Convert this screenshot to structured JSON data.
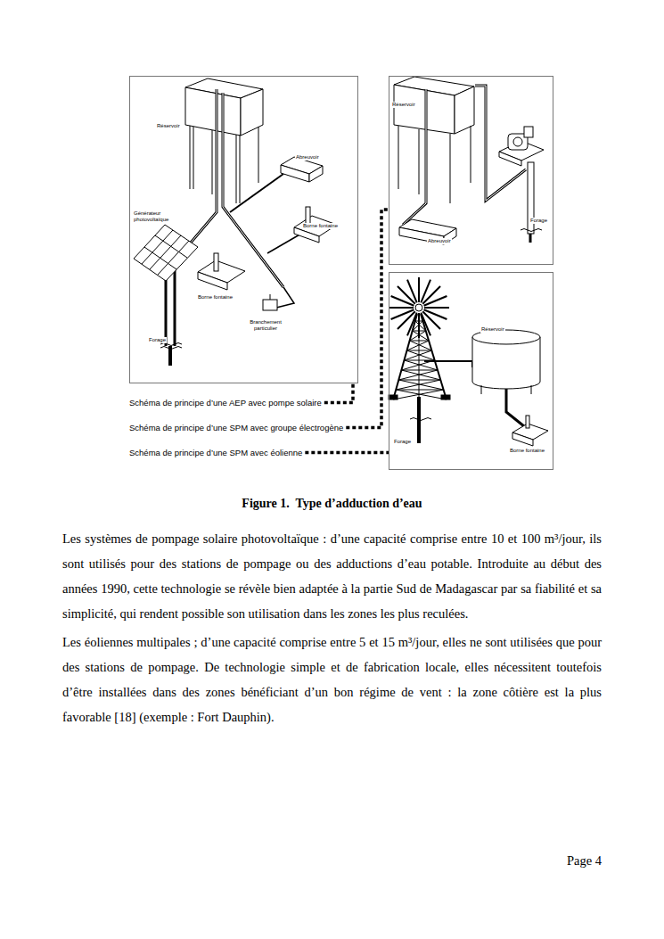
{
  "diagram": {
    "caption": "Figure 1.  Type d’adduction d’eau",
    "nodes": [
      {
        "text": [
          "Réservoir",
          "Abreuvoir",
          "Générateur photovoltaïque",
          "Borne fontaine",
          "Borne fontaine",
          "Branchement particulier",
          "Forage"
        ]
      },
      {
        "text": [
          "Réservoir",
          "Forage",
          "Abreuvoir"
        ]
      },
      {
        "text": [
          "Réservoir",
          "Forage",
          "Borne fontaine"
        ]
      },
      {
        "text": [
          "Schéma de principe d’une AEP avec pompe solaire"
        ]
      },
      {
        "text": [
          "Schéma de principe d’une SPM avec groupe électrogène"
        ]
      },
      {
        "text": [
          "Schéma de principe d’une SPM avec éolienne"
        ]
      }
    ],
    "edges": [
      {
        "from": 3,
        "to": 0,
        "arrow": "none"
      },
      {
        "from": 4,
        "to": 1,
        "arrow": "none"
      },
      {
        "from": 5,
        "to": 2,
        "arrow": "none"
      }
    ],
    "labels": [
      "Les systèmes de pompage solaire photovoltaïque : d’une capacité comprise entre 10 et 100 m³/jour, ils sont utilisés pour des stations de pompage ou des adductions d’eau potable. Introduite au début des années 1990, cette technologie se révèle bien adaptée à la partie Sud de Madagascar par sa fiabilité et sa simplicité, qui rendent possible son utilisation dans les zones les plus reculées.",
      "Les éoliennes multipales ; d’une capacité comprise entre 5 et 15 m³/jour, elles ne sont utilisées que pour des stations de pompage. De technologie simple et de fabrication locale, elles nécessitent toutefois d’être installées dans des zones bénéficiant d’un bon régime de vent : la zone côtière est la plus favorable [18] (exemple : Fort Dauphin).",
      "Page 4"
    ]
  }
}
